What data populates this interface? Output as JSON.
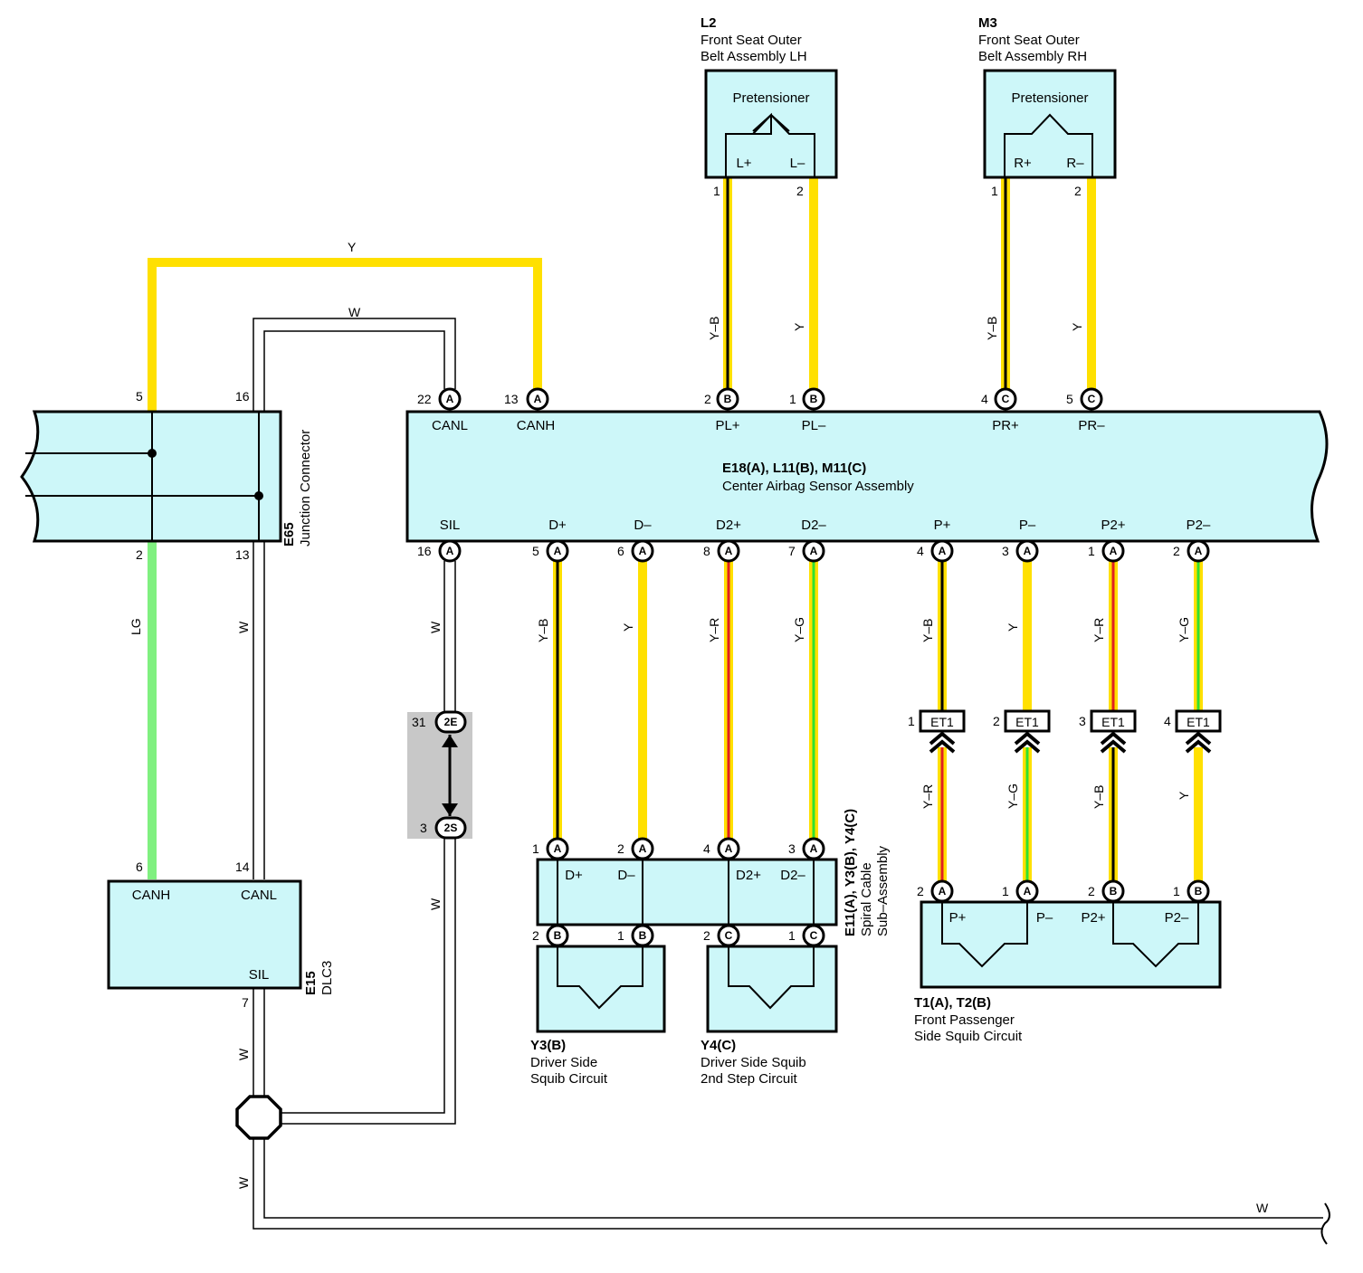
{
  "components": {
    "l2": {
      "code": "L2",
      "line1": "Front Seat Outer",
      "line2": "Belt Assembly LH",
      "part": "Pretensioner",
      "pin_a": "L+",
      "pin_b": "L–"
    },
    "m3": {
      "code": "M3",
      "line1": "Front Seat Outer",
      "line2": "Belt Assembly RH",
      "part": "Pretensioner",
      "pin_a": "R+",
      "pin_b": "R–"
    },
    "e65": {
      "code": "E65",
      "name": "Junction Connector"
    },
    "ecu": {
      "code": "E18(A), L11(B), M11(C)",
      "name": "Center Airbag Sensor Assembly",
      "top_pins": [
        "CANL",
        "CANH",
        "PL+",
        "PL–",
        "PR+",
        "PR–"
      ],
      "bottom_pins": [
        "SIL",
        "D+",
        "D–",
        "D2+",
        "D2–",
        "P+",
        "P–",
        "P2+",
        "P2–"
      ]
    },
    "e15": {
      "code": "E15",
      "name": "DLC3",
      "canh": "CANH",
      "canl": "CANL",
      "sil": "SIL"
    },
    "spiral": {
      "code": "E11(A), Y3(B), Y4(C)",
      "line1": "Spiral Cable",
      "line2": "Sub–Assembly",
      "pins": [
        "D+",
        "D–",
        "D2+",
        "D2–"
      ]
    },
    "y3": {
      "code": "Y3(B)",
      "line1": "Driver Side",
      "line2": "Squib Circuit"
    },
    "y4": {
      "code": "Y4(C)",
      "line1": "Driver Side Squib",
      "line2": "2nd Step Circuit"
    },
    "t1": {
      "code": "T1(A), T2(B)",
      "line1": "Front Passenger",
      "line2": "Side Squib Circuit",
      "pins": [
        "P+",
        "P–",
        "P2+",
        "P2–"
      ]
    },
    "et1": {
      "label": "ET1"
    }
  },
  "wires": {
    "top_y": "Y",
    "top_w": "W",
    "lg": "LG",
    "w": "W",
    "l2_a": "Y–B",
    "l2_b": "Y",
    "m3_a": "Y–B",
    "m3_b": "Y",
    "d_a": "Y–B",
    "d_b": "Y",
    "d_c": "Y–R",
    "d_d": "Y–G",
    "p_a": "Y–B",
    "p_b": "Y",
    "p_c": "Y–R",
    "p_d": "Y–G",
    "pl_a": "Y–R",
    "pl_b": "Y–G",
    "pl_c": "Y–B",
    "pl_d": "Y"
  },
  "pins": {
    "e65_5": "5",
    "e65_16": "16",
    "e65_2": "2",
    "e65_13": "13",
    "e15_6": "6",
    "e15_14": "14",
    "e15_7": "7",
    "canl": "22",
    "canh": "13",
    "pl_p": "2",
    "pl_m": "1",
    "pr_p": "4",
    "pr_m": "5",
    "l2_1": "1",
    "l2_2": "2",
    "m3_1": "1",
    "m3_2": "2",
    "sil": "16",
    "d_p": "5",
    "d_m": "6",
    "d2_p": "8",
    "d2_m": "7",
    "p_p": "4",
    "p_m": "3",
    "p2_p": "1",
    "p2_m": "2",
    "j2e": "31",
    "j2s": "3",
    "s_1": "1",
    "s_2": "2",
    "s_4": "4",
    "s_3": "3",
    "y3_2": "2",
    "y3_1": "1",
    "y4_2": "2",
    "y4_1": "1",
    "et_1": "1",
    "et_2": "2",
    "et_3": "3",
    "et_4": "4",
    "t_2": "2",
    "t_1": "1",
    "t2_2": "2",
    "t2_1": "1"
  },
  "connector_letters": {
    "a": "A",
    "b": "B",
    "c": "C",
    "j2e": "2E",
    "j2s": "2S"
  },
  "colors": {
    "yellow": "#ffe000",
    "light_green": "#80f080",
    "red": "#e02020",
    "green": "#30e030",
    "black": "#000000",
    "box_fill": "#cdf7f9",
    "grey": "#c8c8c8"
  }
}
